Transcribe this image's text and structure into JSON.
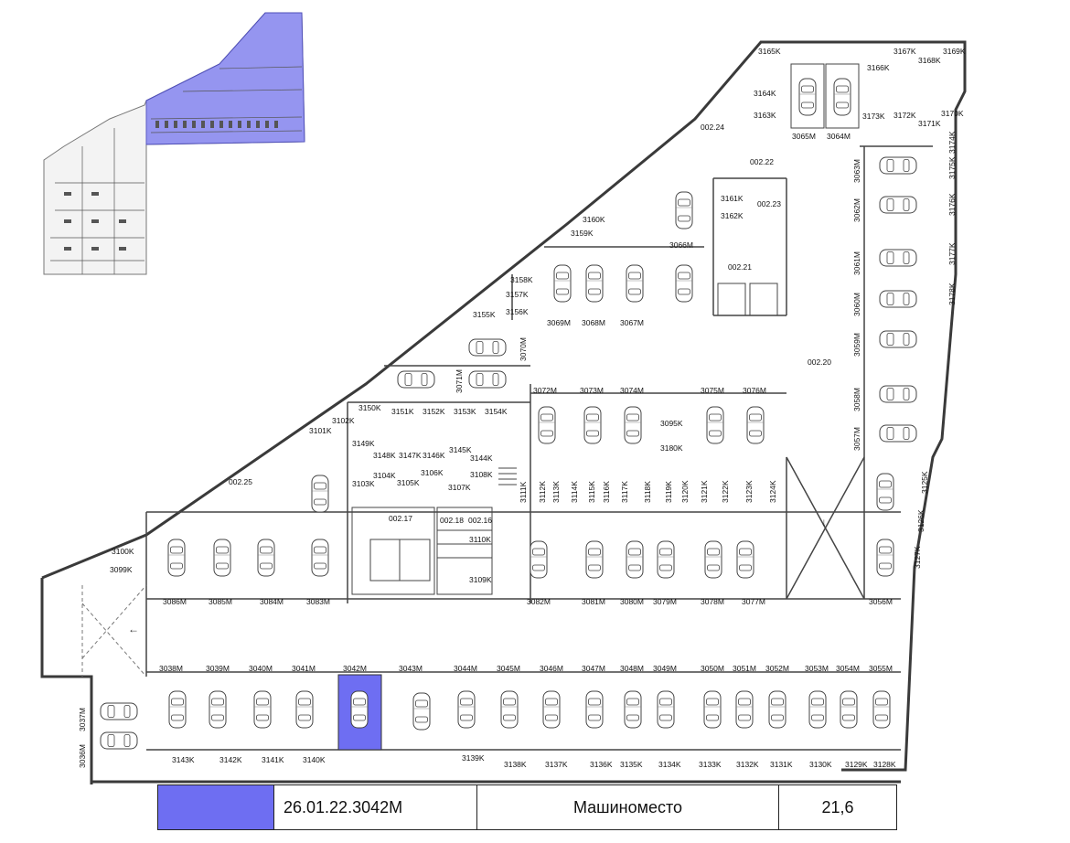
{
  "colors": {
    "highlight": "#6e6ef2",
    "minimap_fill": "#8b8bf0",
    "wall": "#3a3a3a"
  },
  "icons": [
    "car-icon",
    "arrow-down-icon",
    "arrow-left-icon"
  ],
  "rooms": {
    "r1": "002.24",
    "r2": "002.22",
    "r3": "002.23",
    "r4": "002.21",
    "r5": "002.20",
    "r6": "002.25",
    "r7": "002.17",
    "r8": "002.18",
    "r9": "002.16"
  },
  "top_right": {
    "rowA": [
      "3165K",
      "3166K",
      "3167K",
      "3168K",
      "3169K"
    ],
    "rowB": [
      "3164K",
      "3163K",
      "3173K",
      "3172K",
      "3171K",
      "3170K"
    ],
    "cars": [
      "3065M",
      "3064M"
    ]
  },
  "right_column": {
    "cars": [
      "3063M",
      "3062M",
      "3061M",
      "3060M",
      "3059M",
      "3058M",
      "3057M"
    ],
    "storage": [
      "3174K",
      "3175K",
      "3176K",
      "3177K",
      "3178K"
    ],
    "lower": [
      "3125K",
      "3126K",
      "3127K",
      "3056M"
    ]
  },
  "upper_middle": {
    "storage": [
      "3161K",
      "3162K",
      "3160K",
      "3159K",
      "3158K",
      "3157K",
      "3156K",
      "3155K"
    ],
    "cars": [
      "3069M",
      "3068M",
      "3067M",
      "3066M"
    ]
  },
  "mid_block": {
    "vertical": [
      "3070M",
      "3071M"
    ],
    "storage_row": [
      "3150K",
      "3151K",
      "3152K",
      "3153K",
      "3154K"
    ],
    "cluster": [
      "3102K",
      "3101K",
      "3149K",
      "3148K",
      "3147K",
      "3146K",
      "3145K",
      "3144K",
      "3104K",
      "3105K",
      "3106K",
      "3108K",
      "3103K",
      "3107K"
    ]
  },
  "center": {
    "top_cars": [
      "3072M",
      "3073M",
      "3074M",
      "3075M",
      "3076M"
    ],
    "small": [
      "3095K",
      "3180K"
    ],
    "storage_row": [
      "3111K",
      "3112K",
      "3113K",
      "3114K",
      "3115K",
      "3116K",
      "3117K",
      "3118K",
      "3119K",
      "3120K",
      "3121K",
      "3122K",
      "3123K",
      "3124K"
    ],
    "bottom_cars": [
      "3082M",
      "3081M",
      "3080M",
      "3079M",
      "3078M",
      "3077M"
    ]
  },
  "left_block": {
    "cars": [
      "3086M",
      "3085M",
      "3084M",
      "3083M"
    ],
    "storage": [
      "3100K",
      "3099K",
      "3110K",
      "3109K"
    ]
  },
  "bottom_row": {
    "cars": [
      "3038M",
      "3039M",
      "3040M",
      "3041M",
      "3042M",
      "3043M",
      "3044M",
      "3045M",
      "3046M",
      "3047M",
      "3048M",
      "3049M",
      "3050M",
      "3051M",
      "3052M",
      "3053M",
      "3054M",
      "3055M"
    ],
    "side": [
      "3037M",
      "3036M"
    ],
    "storage": [
      "3143K",
      "3142K",
      "3141K",
      "3140K",
      "3139K",
      "3138K",
      "3137K",
      "3136K",
      "3135K",
      "3134K",
      "3133K",
      "3132K",
      "3131K",
      "3130K",
      "3129K",
      "3128K"
    ]
  },
  "legend": {
    "code": "26.01.22.3042M",
    "type": "Машиноместо",
    "area": "21,6"
  }
}
